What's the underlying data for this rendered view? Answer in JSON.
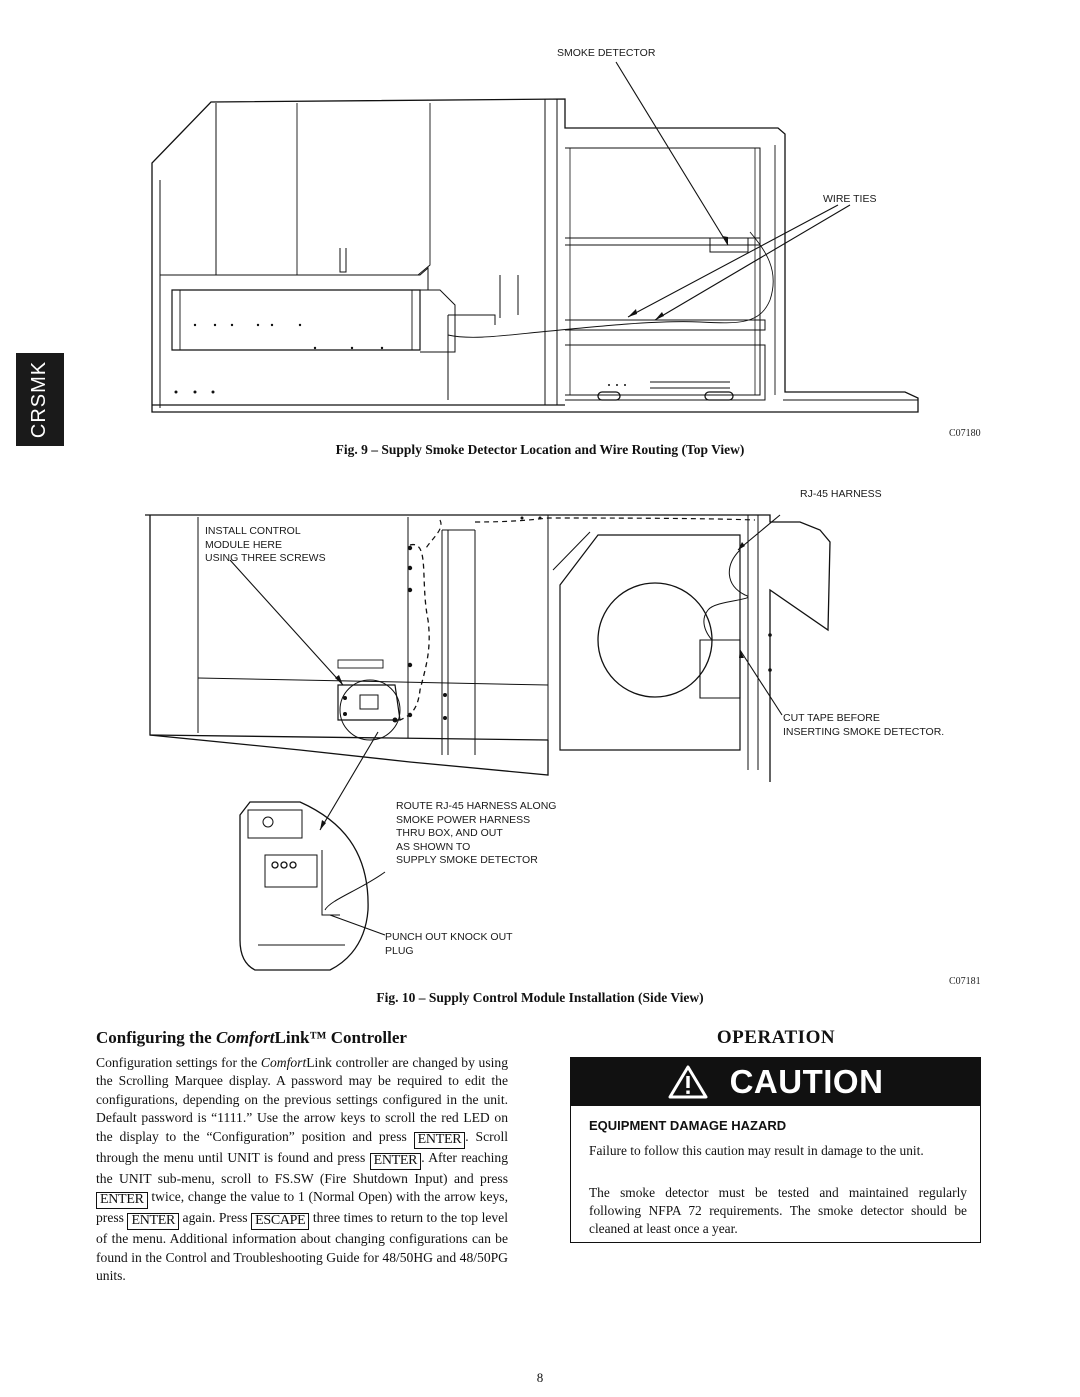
{
  "side_tab": "CRSMK",
  "fig9": {
    "labels": {
      "smoke_detector": "SMOKE DETECTOR",
      "wire_ties": "WIRE TIES"
    },
    "code": "C07180",
    "caption": "Fig. 9  –  Supply Smoke Detector Location and Wire Routing (Top View)"
  },
  "fig10": {
    "labels": {
      "rj45": "RJ-45 HARNESS",
      "install": "INSTALL CONTROL\nMODULE HERE\nUSING THREE SCREWS",
      "cut_tape": "CUT TAPE BEFORE\nINSERTING SMOKE DETECTOR.",
      "route": "ROUTE RJ-45 HARNESS ALONG\nSMOKE POWER HARNESS\nTHRU BOX, AND OUT\nAS SHOWN TO\nSUPPLY SMOKE DETECTOR",
      "punch": "PUNCH OUT KNOCK OUT\nPLUG"
    },
    "code": "C07181",
    "caption": "Fig. 10  –  Supply Control Module Installation (Side View)"
  },
  "config": {
    "heading_pre": "Configuring the ",
    "heading_italic": "Comfort",
    "heading_post": "Link™ Controller",
    "p_a": "Configuration settings for the ",
    "p_a_italic": "Comfort",
    "p_b": "Link controller are changed by using the Scrolling Marquee display. A password may be required to edit the configurations, depending on the previous settings configured in the unit. Default password is “1111.” Use the arrow keys to scroll the red LED on the display to the “Configuration” position and press ",
    "key_enter": "ENTER",
    "p_c": ". Scroll through the menu until UNIT is found and press ",
    "p_d": ". After reaching the UNIT sub-menu, scroll to FS.SW (Fire Shutdown Input) and press ",
    "p_e": " twice, change the value to 1 (Normal Open) with the arrow keys, press ",
    "p_f": " again. Press ",
    "key_escape": "ESCAPE",
    "p_g": " three times to return to the top level of the menu. Additional information about changing configurations can be found in the Control and Troubleshooting Guide for 48/50HG and 48/50PG units."
  },
  "operation": {
    "title": "OPERATION",
    "caution_word": "CAUTION",
    "hazard_title": "EQUIPMENT DAMAGE HAZARD",
    "p1": "Failure to follow this caution may result in damage to the unit.",
    "p2": "The smoke detector must be tested and maintained regularly following NFPA 72 requirements. The smoke detector should be cleaned at least once a year."
  },
  "page_number": "8"
}
